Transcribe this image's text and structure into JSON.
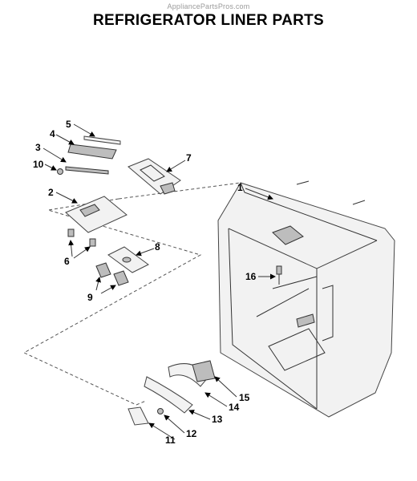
{
  "watermark": "AppliancePartsPros.com",
  "title": "REFRIGERATOR LINER PARTS",
  "callouts": [
    "1",
    "2",
    "3",
    "4",
    "5",
    "6",
    "7",
    "8",
    "9",
    "10",
    "11",
    "12",
    "13",
    "14",
    "15",
    "16"
  ]
}
